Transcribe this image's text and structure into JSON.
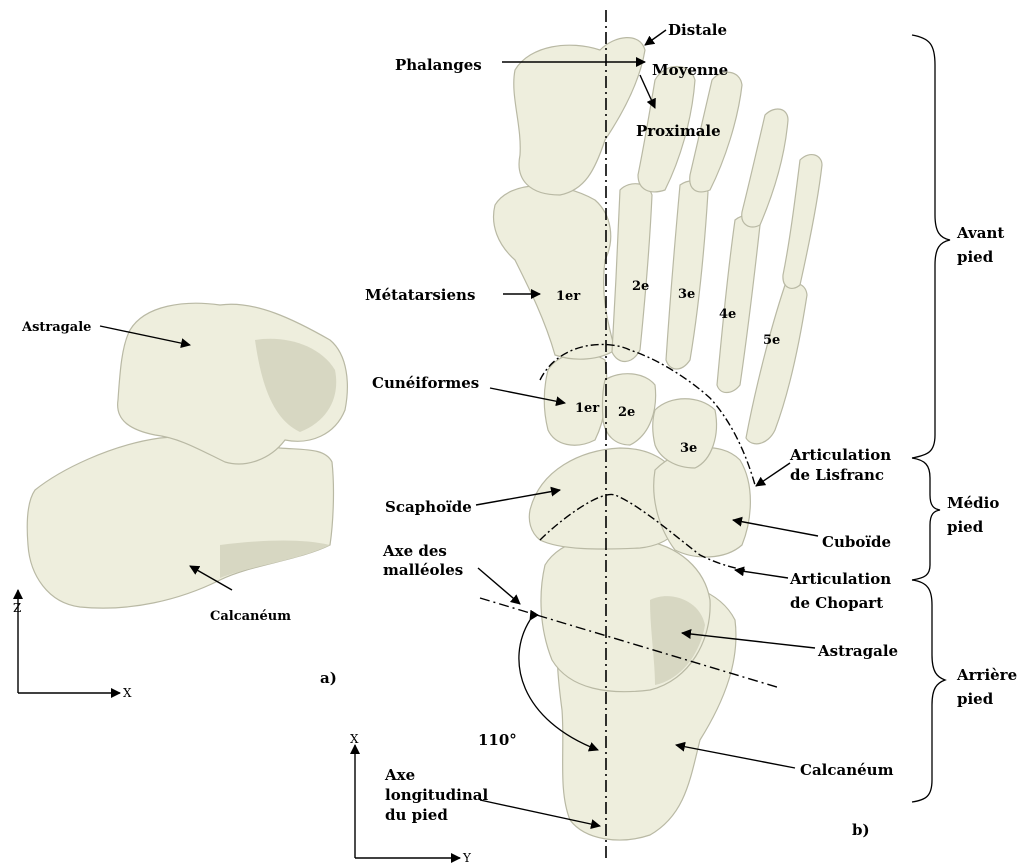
{
  "figure_a": {
    "labels": {
      "astragale": "Astragale",
      "calcaneum": "Calcanéum"
    },
    "axes": {
      "z": "Z",
      "x": "X"
    },
    "panel_letter": "a)"
  },
  "figure_b": {
    "phalanges": {
      "group": "Phalanges",
      "distale": "Distale",
      "moyenne": "Moyenne",
      "proximale": "Proximale"
    },
    "metatarsiens": {
      "label": "Métatarsiens",
      "numbers": [
        "1er",
        "2e",
        "3e",
        "4e",
        "5e"
      ]
    },
    "cuneiformes": {
      "label": "Cunéiformes",
      "numbers": [
        "1er",
        "2e",
        "3e"
      ]
    },
    "scaphoide": "Scaphoïde",
    "cuboide": "Cuboïde",
    "axe_malleoles": {
      "line1": "Axe des",
      "line2": "malléoles"
    },
    "articulation_lisfranc": {
      "line1": "Articulation",
      "line2": "de Lisfranc"
    },
    "articulation_chopart": {
      "line1": "Articulation",
      "line2": "de Chopart"
    },
    "astragale": "Astragale",
    "calcaneum": "Calcanéum",
    "angle": "110°",
    "axe_longitudinal": {
      "line1": "Axe",
      "line2": "longitudinal",
      "line3": "du pied"
    },
    "axes": {
      "x": "X",
      "y": "Y"
    },
    "panel_letter": "b)"
  },
  "regions": {
    "avant_pied": {
      "line1": "Avant",
      "line2": "pied"
    },
    "medio_pied": {
      "line1": "Médio",
      "line2": "pied"
    },
    "arriere_pied": {
      "line1": "Arrière",
      "line2": "pied"
    }
  },
  "colors": {
    "bone": "#eeeedd",
    "bone_shadow": "#b9b9a4",
    "ink": "#000000"
  }
}
